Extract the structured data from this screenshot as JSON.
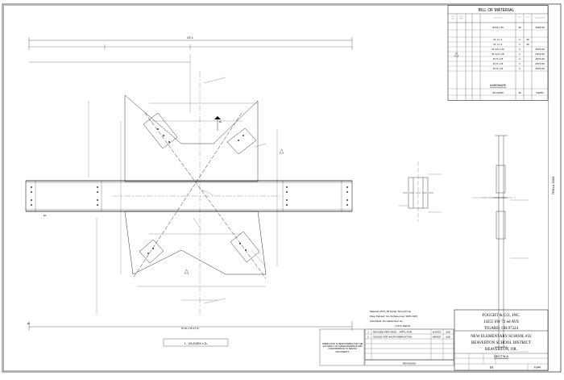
{
  "bom": {
    "title": "BILL OF MATERIAL",
    "rows": [
      {
        "item": "W 18 x 35",
        "qty": "30",
        "grade": "A992-50"
      },
      {
        "item": "PL 4 x 1",
        "qty": "1",
        "grade": "36"
      },
      {
        "item": "PL 4 x 1",
        "qty": "1",
        "grade": "36"
      },
      {
        "item": "PL 1/2 x 24",
        "qty": "1",
        "grade": "A572-50"
      },
      {
        "item": "PL 1/2 x 28",
        "qty": "1",
        "grade": "A572-50"
      },
      {
        "item": "PL 5 x 18",
        "qty": "1",
        "grade": "A572-50"
      },
      {
        "item": "PL 6 x 18",
        "qty": "1",
        "grade": "A572-50"
      },
      {
        "item": "PL 9 x 18",
        "qty": "1",
        "grade": "A572-50"
      }
    ],
    "hardware_label": "HARDWARE",
    "hardware_row": {
      "item": "3/4 A325X",
      "qty": "30",
      "grade": "A325X"
    }
  },
  "drawing": {
    "overall_dim": "23'-1",
    "beam_mark": "W 18 x 35 (LT 0)",
    "member_label": "1 - 3/4 A325X x 2L",
    "section_label": "SECT'N  A",
    "section_mark": "A",
    "elev_left": "EL",
    "elev_right": "EL"
  },
  "notes": {
    "paint_lines": [
      "Material: A572_50  Finish: Shop Primer",
      "Shop Painted: Yes    Surface prep: SSPC-SP2",
      "Field Weld: No    Galvanized: No",
      "1 PCS. REQ'D."
    ]
  },
  "revisions": {
    "rows": [
      {
        "no": "1",
        "desc": "REVISED PER ARCH. - APP'L FOR",
        "date": "8/19/03",
        "by": "JLW"
      },
      {
        "no": "0",
        "desc": "ISSUED FOR SHOP FABRICATION",
        "date": "8/06/03",
        "by": "JLW"
      }
    ],
    "header": "REVISIONS"
  },
  "disclaimer": "FABRICATOR IS RESPONSIBLE FOR THE ACCURACY OF THESE DRAWINGS AND CONFORMANCE TO DESIGN DOCUMENTS",
  "title_block": {
    "company": "FOUGHT & CO., INC.",
    "address": "14255 SW 72 nd AVE",
    "city": "TIGARD, OR.97224",
    "project": "NEW ELEMENTARY SCHOOL #32",
    "district": "BEAVERTON SCHOOL DISTRICT",
    "location": "BEAVERTON, OR.",
    "sheet_no": "E8",
    "page": "F344"
  },
  "vertical_stamp": "TEKLA 2003"
}
